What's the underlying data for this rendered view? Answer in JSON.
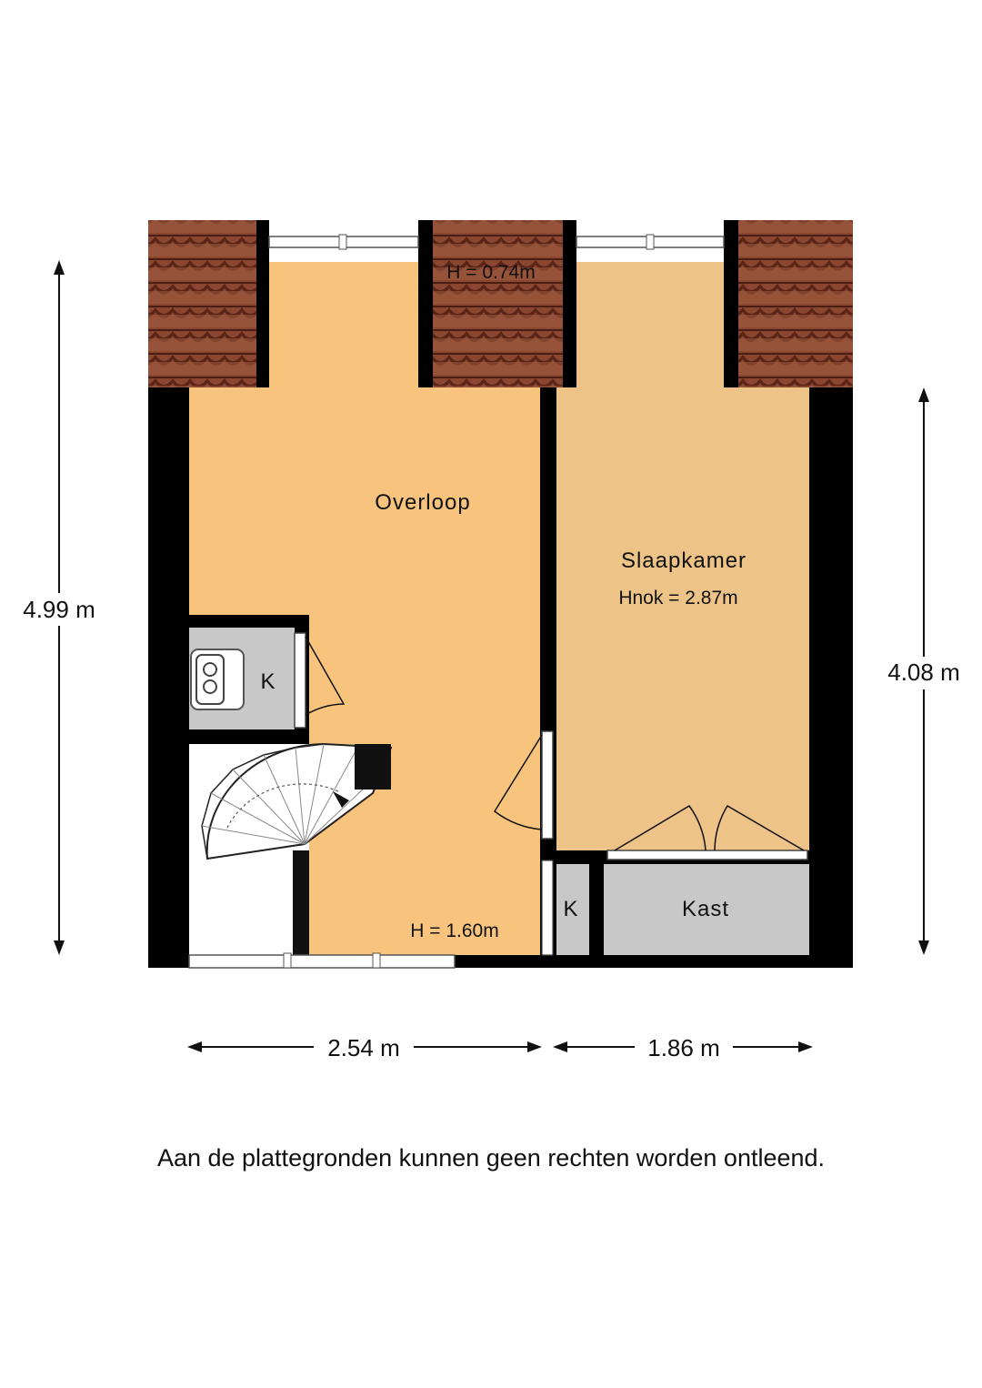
{
  "rooms": {
    "overloop": "Overloop",
    "slaapkamer": "Slaapkamer",
    "slaapkamer_height": "Hnok = 2.87m",
    "kast": "Kast",
    "k_left": "K",
    "k_right": "K"
  },
  "heights": {
    "dormer": "H = 0.74m",
    "bottom": "H = 1.60m"
  },
  "dimensions": {
    "left_vertical": "4.99 m",
    "right_vertical": "4.08 m",
    "bottom_left": "2.54 m",
    "bottom_right": "1.86 m"
  },
  "disclaimer": "Aan de plattegronden kunnen geen rechten worden ontleend.",
  "colors": {
    "overloop_fill": "#f8c47d",
    "slaapkamer_fill": "#edc387",
    "wall": "#000000",
    "storage_fill": "#c8c8c8",
    "roof_tile": "#7a3a25",
    "roof_tile_light": "#a0604a"
  }
}
